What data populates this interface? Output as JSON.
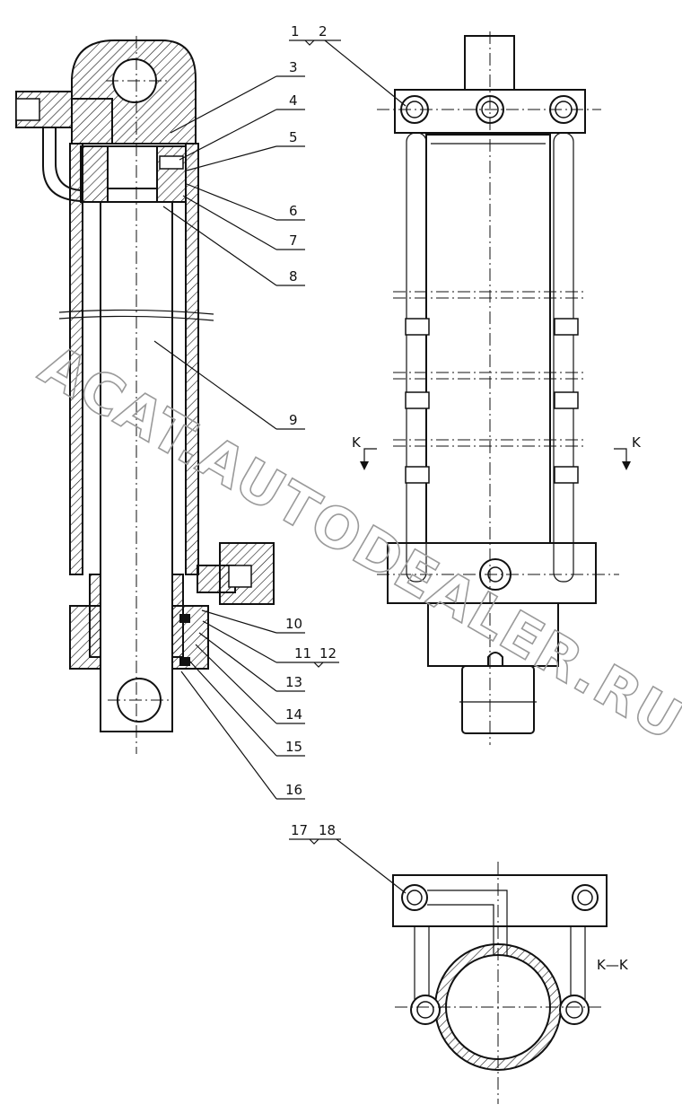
{
  "callouts": [
    "1",
    "2",
    "3",
    "4",
    "5",
    "6",
    "7",
    "8",
    "9",
    "10",
    "11",
    "12",
    "13",
    "14",
    "15",
    "16",
    "17",
    "18"
  ],
  "section_marker": "K",
  "section_view_label": "K—K",
  "watermark": "ACAT.AUTODEALER.RU"
}
